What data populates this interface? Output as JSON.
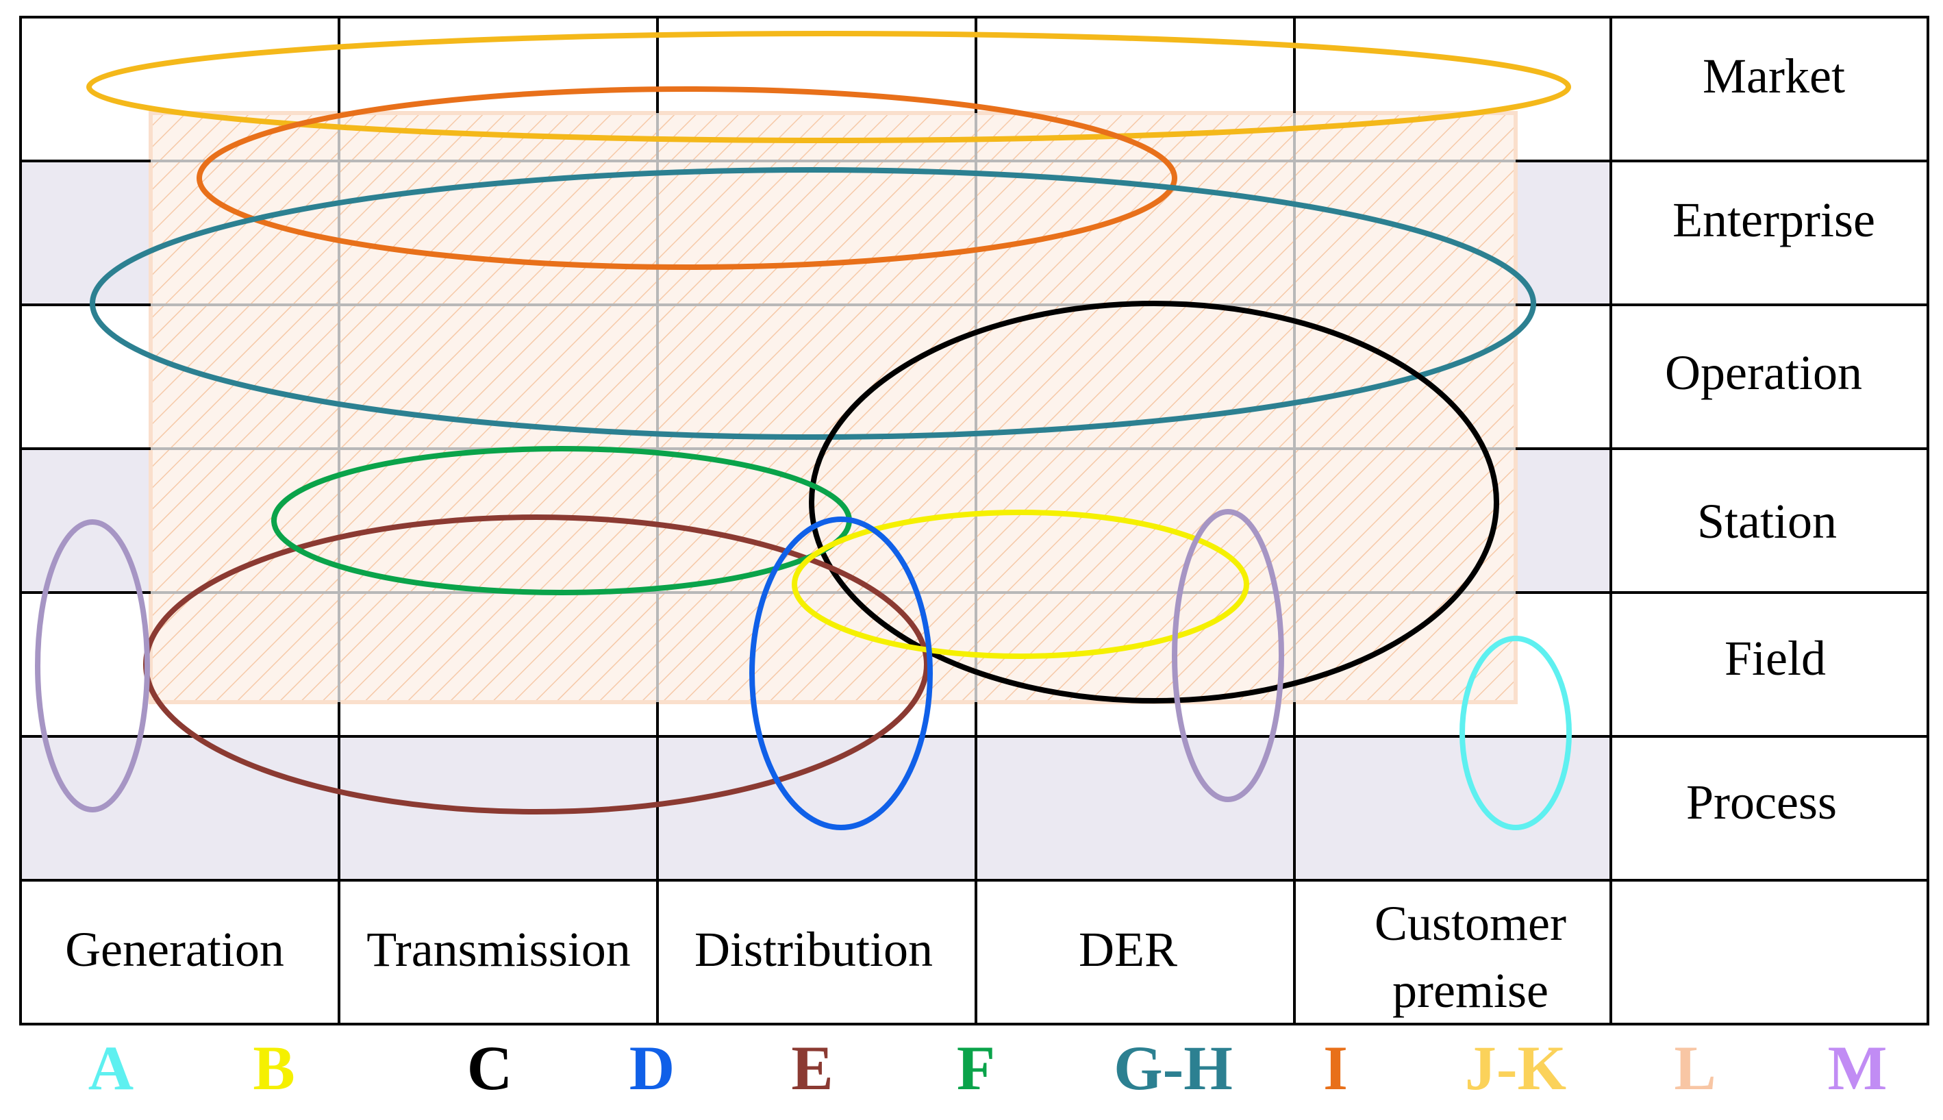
{
  "zones": [
    "Market",
    "Enterprise",
    "Operation",
    "Station",
    "Field",
    "Process"
  ],
  "domains": [
    {
      "lines": [
        "Generation"
      ]
    },
    {
      "lines": [
        "Transmission"
      ]
    },
    {
      "lines": [
        "Distribution"
      ]
    },
    {
      "lines": [
        "DER"
      ]
    },
    {
      "lines": [
        "Customer",
        "premise"
      ]
    }
  ],
  "legend": [
    {
      "label": "A",
      "color": "#5ef0f0"
    },
    {
      "label": "B",
      "color": "#f5f000"
    },
    {
      "label": "C",
      "color": "#000000"
    },
    {
      "label": "D",
      "color": "#1060e8"
    },
    {
      "label": "E",
      "color": "#8b3a32"
    },
    {
      "label": "F",
      "color": "#0aa34a"
    },
    {
      "label": "G-H",
      "color": "#2c8091"
    },
    {
      "label": "I",
      "color": "#e8701a"
    },
    {
      "label": "J-K",
      "color": "#fbd25a"
    },
    {
      "label": "L",
      "color": "#f8c6a4"
    },
    {
      "label": "M",
      "color": "#c18cf4"
    }
  ],
  "colors": {
    "grid": "#000000",
    "band": "#ebe9f2",
    "hatch_area": "#f8c6a4",
    "ellipse_market": "#f4b81a",
    "ellipse_enterprise": "#e8701a",
    "ellipse_operation": "#2c8091",
    "ellipse_black": "#000000",
    "ellipse_green": "#0aa34a",
    "ellipse_brown": "#8b3a32",
    "ellipse_blue": "#1060e8",
    "ellipse_yellow": "#f5f000",
    "ellipse_lavender": "#a695c4",
    "ellipse_cyan": "#5ef0f0"
  }
}
